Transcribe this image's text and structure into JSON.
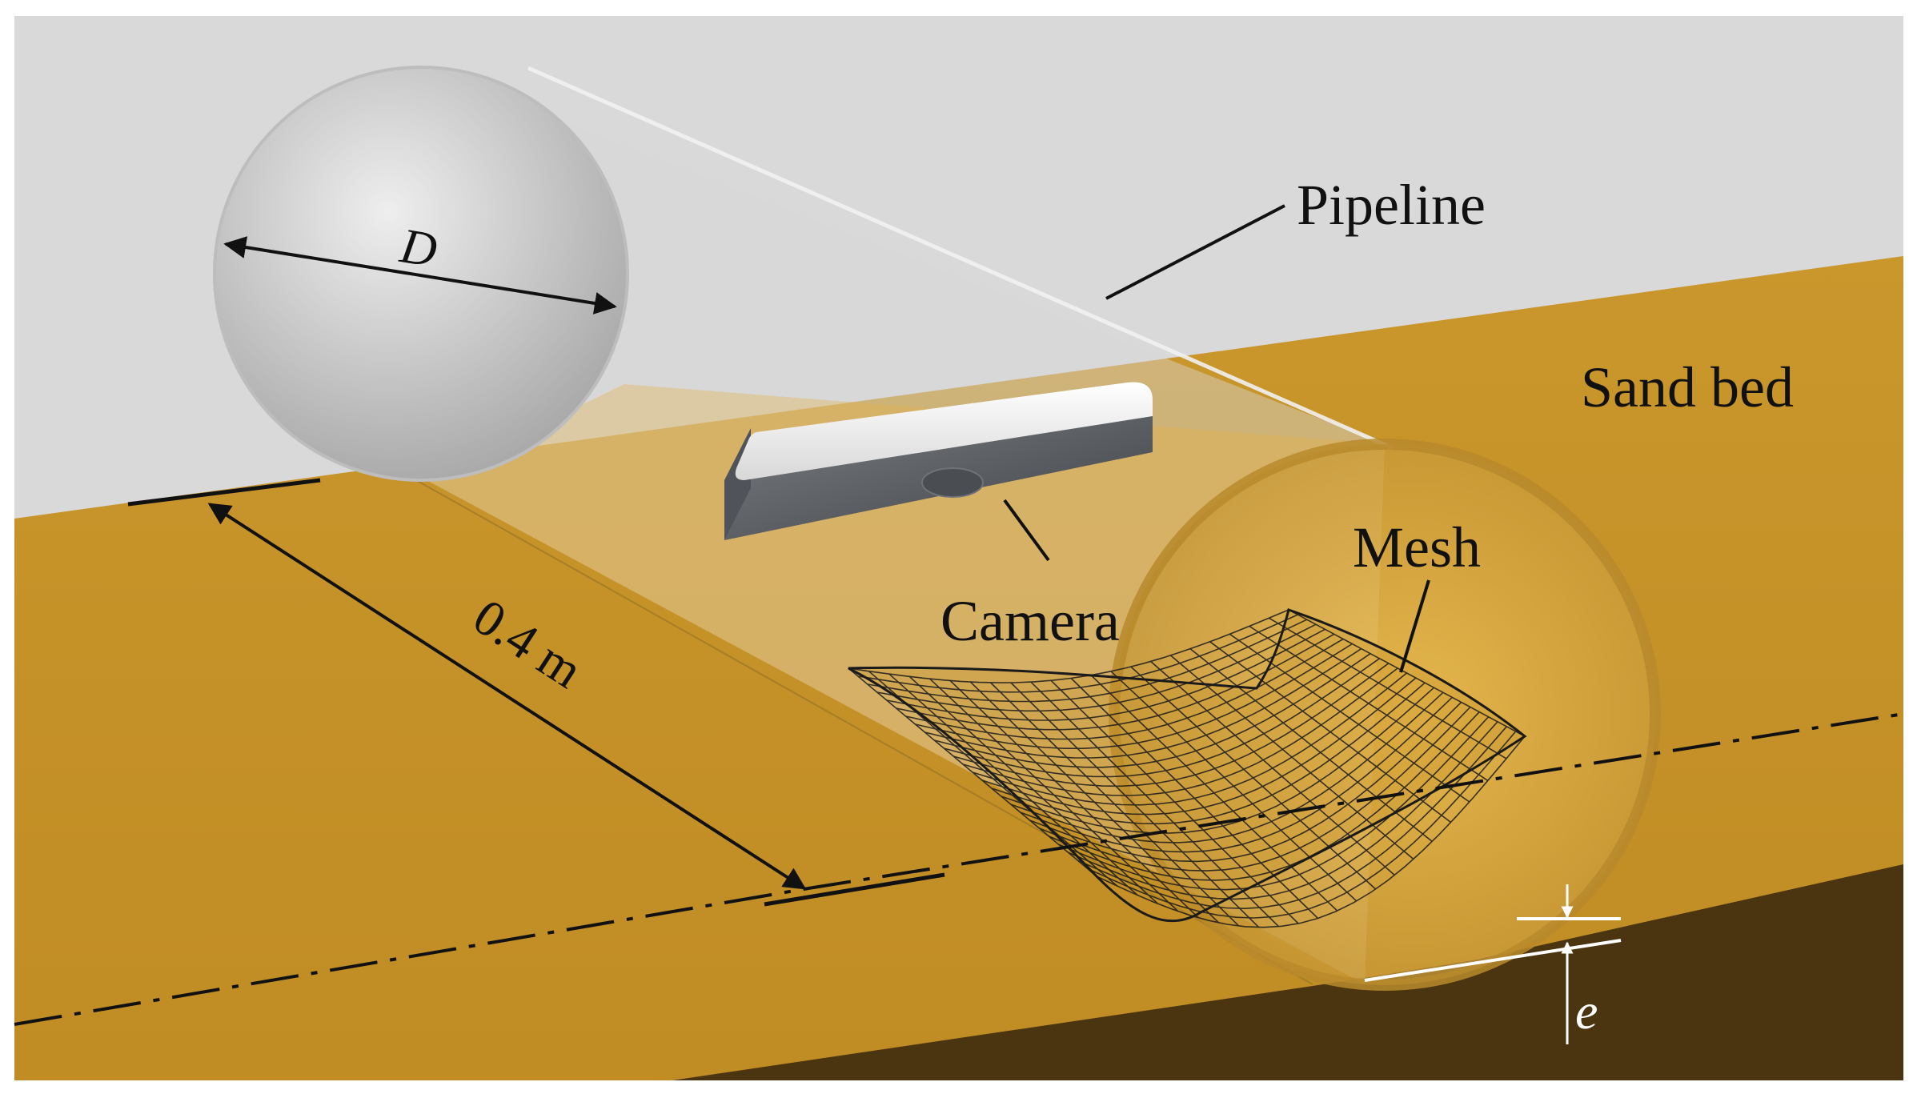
{
  "labels": {
    "pipeline": "Pipeline",
    "sand_bed": "Sand bed",
    "camera": "Camera",
    "mesh": "Mesh",
    "diameter": "D",
    "length": "0.4 m",
    "gap": "e"
  },
  "colors": {
    "background": "#d9d9d9",
    "sand": "#c8962a",
    "sand_shadow": "#4a3510",
    "pipe_glass": "#cfcfcf",
    "pipe_tint": "#e8b545",
    "camera_body": "#5e6166",
    "camera_top": "#f4f4f4",
    "annotation": "#111111",
    "gap_marker": "#ffffff"
  },
  "icons": {
    "camera": "camera-bar-icon",
    "mesh": "curved-mesh-icon"
  }
}
